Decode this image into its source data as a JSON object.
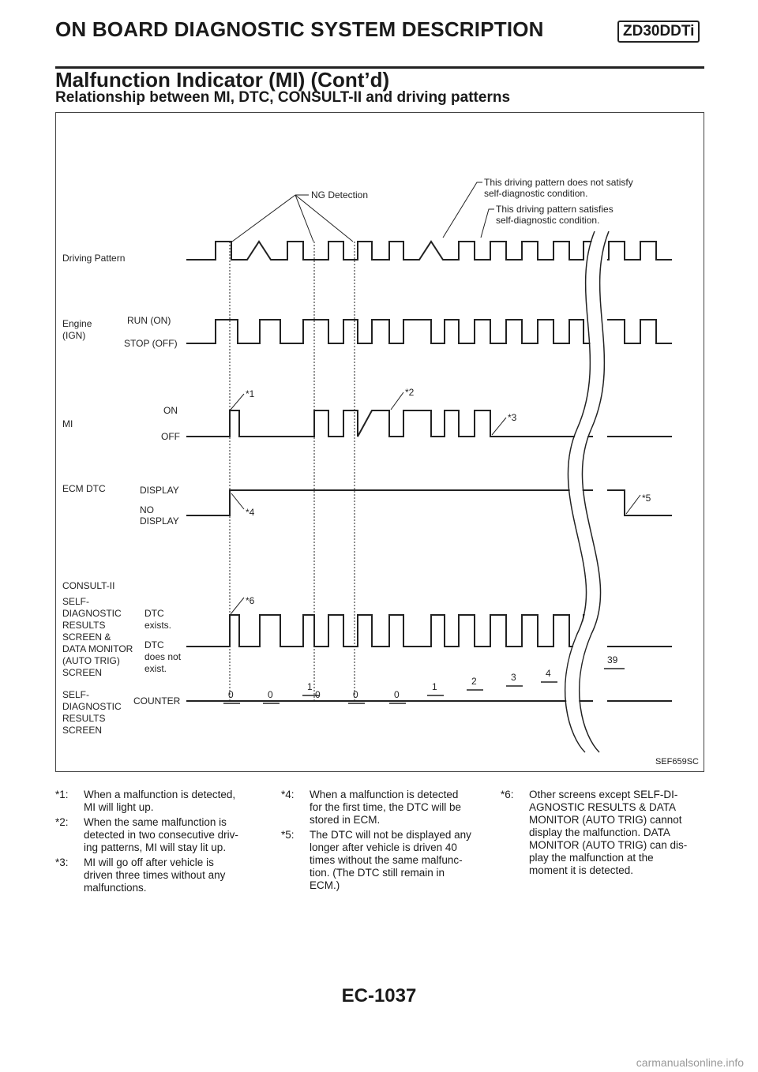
{
  "header": {
    "title": "ON BOARD DIAGNOSTIC SYSTEM DESCRIPTION",
    "badge": "ZD30DDTi",
    "subtitle": "Malfunction Indicator (MI) (Cont’d)"
  },
  "section_title": "Relationship between MI, DTC, CONSULT-II and driving patterns",
  "figure": {
    "id": "SEF659SC",
    "callouts": {
      "ng_detection": "NG Detection",
      "not_satisfy_1": "This driving pattern does not satisfy",
      "not_satisfy_2": "self-diagnostic condition.",
      "satisfy_1": "This driving pattern satisfies",
      "satisfy_2": "self-diagnostic condition."
    },
    "rows": {
      "driving_pattern": "Driving Pattern",
      "engine_1": "Engine",
      "engine_2": "(IGN)",
      "engine_run": "RUN (ON)",
      "engine_stop": "STOP (OFF)",
      "mi": "MI",
      "mi_on": "ON",
      "mi_off": "OFF",
      "ecm": "ECM DTC",
      "ecm_display": "DISPLAY",
      "ecm_no_1": "NO",
      "ecm_no_2": "DISPLAY",
      "consult": "CONSULT-II",
      "sdr_lines": [
        "SELF-",
        "DIAGNOSTIC",
        "RESULTS",
        "SCREEN &",
        "DATA MONITOR",
        "(AUTO TRIG)",
        "SCREEN"
      ],
      "dtc_exists_1": "DTC",
      "dtc_exists_2": "exists.",
      "dtc_not_1": "DTC",
      "dtc_not_2": "does not",
      "dtc_not_3": "exist.",
      "counter_lines": [
        "SELF-",
        "DIAGNOSTIC",
        "RESULTS",
        "SCREEN"
      ],
      "counter": "COUNTER"
    },
    "markers": {
      "m1": "*1",
      "m2": "*2",
      "m3": "*3",
      "m4": "*4",
      "m5": "*5",
      "m6": "*6"
    },
    "counter_values": [
      "0",
      "0",
      "1",
      "0",
      "0",
      "0",
      "1",
      "2",
      "3",
      "4",
      "39"
    ]
  },
  "notes": {
    "col1": [
      {
        "key": "*1:",
        "text": [
          "When a malfunction is detected,",
          "MI will light up."
        ]
      },
      {
        "key": "*2:",
        "text": [
          "When the same malfunction is",
          "detected in two consecutive driv-",
          "ing patterns, MI will stay lit up."
        ]
      },
      {
        "key": "*3:",
        "text": [
          "MI will go off after vehicle is",
          "driven three times without any",
          "malfunctions."
        ]
      }
    ],
    "col2": [
      {
        "key": "*4:",
        "text": [
          "When a malfunction is detected",
          "for the first time, the DTC will be",
          "stored in ECM."
        ]
      },
      {
        "key": "*5:",
        "text": [
          "The DTC will not be displayed any",
          "longer after vehicle is driven 40",
          "times without the same malfunc-",
          "tion. (The DTC still remain in",
          "ECM.)"
        ]
      }
    ],
    "col3": [
      {
        "key": "*6:",
        "text": [
          "Other screens except SELF-DI-",
          "AGNOSTIC RESULTS & DATA",
          "MONITOR (AUTO TRIG) cannot",
          "display the malfunction. DATA",
          "MONITOR (AUTO TRIG) can dis-",
          "play the malfunction at the",
          "moment it is detected."
        ]
      }
    ]
  },
  "page_number": "EC-1037",
  "watermark": "carmanualsonline.info"
}
